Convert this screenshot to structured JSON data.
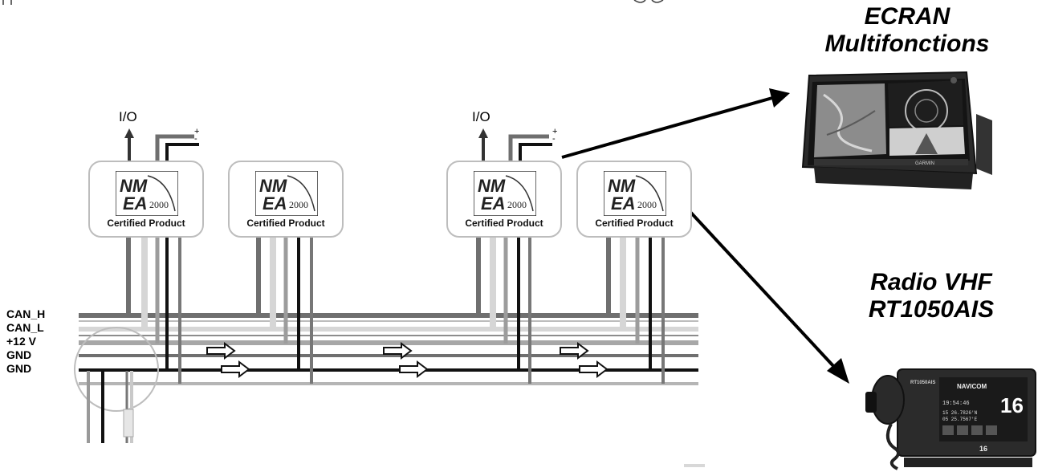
{
  "labels": {
    "ecran": [
      "ECRAN",
      "Multifonctions"
    ],
    "radio": [
      "Radio VHF",
      "RT1050AIS"
    ]
  },
  "bus_lines": [
    "CAN_H",
    "CAN_L",
    "+12 V",
    "GND",
    "GND"
  ],
  "io_label": "I/O",
  "modules": [
    {
      "logo_nm": "NM",
      "logo_ea": "EA",
      "logo_year": "2000",
      "caption": "Certified  Product"
    },
    {
      "logo_nm": "NM",
      "logo_ea": "EA",
      "logo_year": "2000",
      "caption": "Certified  Product"
    },
    {
      "logo_nm": "NM",
      "logo_ea": "EA",
      "logo_year": "2000",
      "caption": "Certified  Product"
    },
    {
      "logo_nm": "NM",
      "logo_ea": "EA",
      "logo_year": "2000",
      "caption": "Certified  Product"
    }
  ],
  "mfd_screen": {
    "brand": "GARMIN"
  },
  "vhf_screen": {
    "brand": "NAVICOM",
    "model": "RT1050AIS",
    "channel": "16",
    "time": "19:54:46",
    "position_lat": "15 26.7826'N",
    "position_lon": "05 25.7567'E",
    "bottom_channel": "16"
  }
}
